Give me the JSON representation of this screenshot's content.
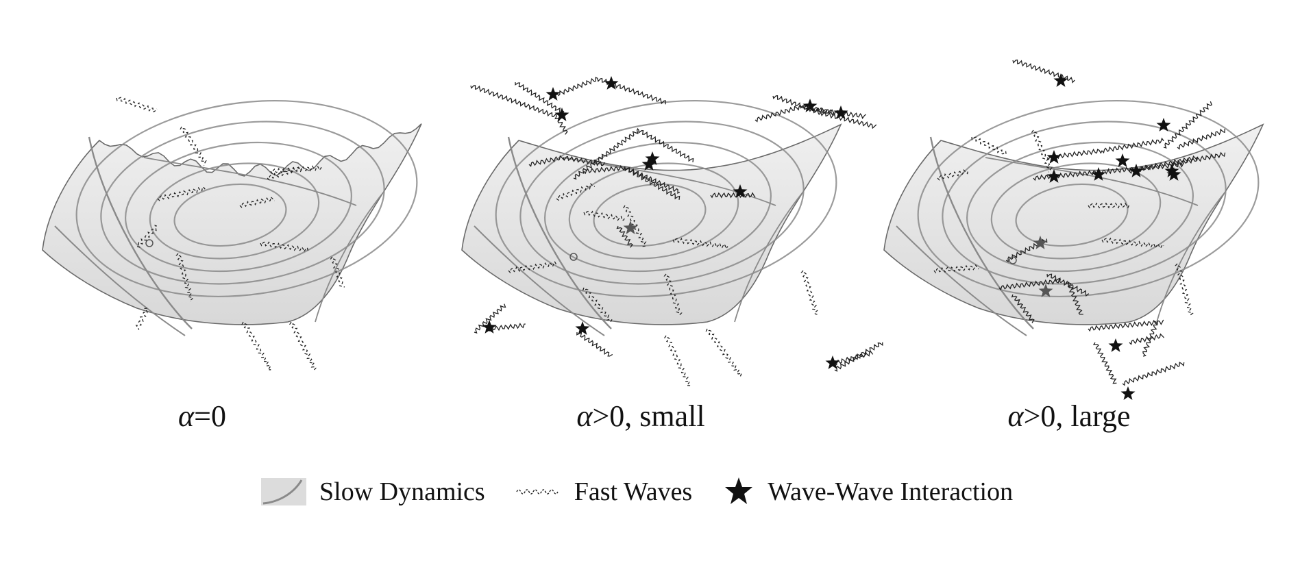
{
  "panels": [
    {
      "symbol": "α",
      "condition": "=0"
    },
    {
      "symbol": "α",
      "condition": ">0, small"
    },
    {
      "symbol": "α",
      "condition": ">0, large"
    }
  ],
  "legend": {
    "slow": "Slow Dynamics",
    "fast": "Fast Waves",
    "interaction": "Wave-Wave Interaction"
  },
  "colors": {
    "surface": "#e4e4e4",
    "surface_edge": "#6a6a6a",
    "contour": "#8a8a8a",
    "wave": "#222222",
    "star": "#111111"
  }
}
